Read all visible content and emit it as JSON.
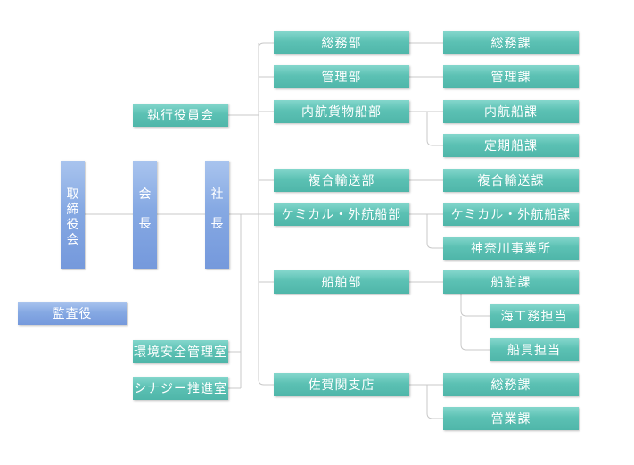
{
  "board": {
    "chars": [
      "取",
      "締",
      "役",
      "会"
    ]
  },
  "chairman": {
    "chars": [
      "会",
      "長"
    ]
  },
  "president": {
    "chars": [
      "社",
      "長"
    ]
  },
  "auditor": "監査役",
  "executive_officers": "執行役員会",
  "env_safety": "環境安全管理室",
  "synergy": "シナジー推進室",
  "departments": {
    "general_affairs": "総務部",
    "management": "管理部",
    "domestic_cargo": "内航貨物船部",
    "multimodal": "複合輸送部",
    "chemical_foreign": "ケミカル・外航船部",
    "vessel": "船舶部",
    "saga_branch": "佐賀関支店"
  },
  "sections": {
    "general_affairs_sec": "総務課",
    "management_sec": "管理課",
    "domestic_sec": "内航船課",
    "scheduled_sec": "定期船課",
    "multimodal_sec": "複合輸送課",
    "chemical_sec": "ケミカル・外航船課",
    "kanagawa_office": "神奈川事業所",
    "vessel_sec": "船舶課",
    "marine_eng": "海工務担当",
    "crew": "船員担当",
    "branch_general_sec": "総務課",
    "sales_sec": "営業課"
  },
  "colors": {
    "teal": "#5cc1b4",
    "blue": "#86a9e3",
    "line": "#c8c8c8"
  }
}
